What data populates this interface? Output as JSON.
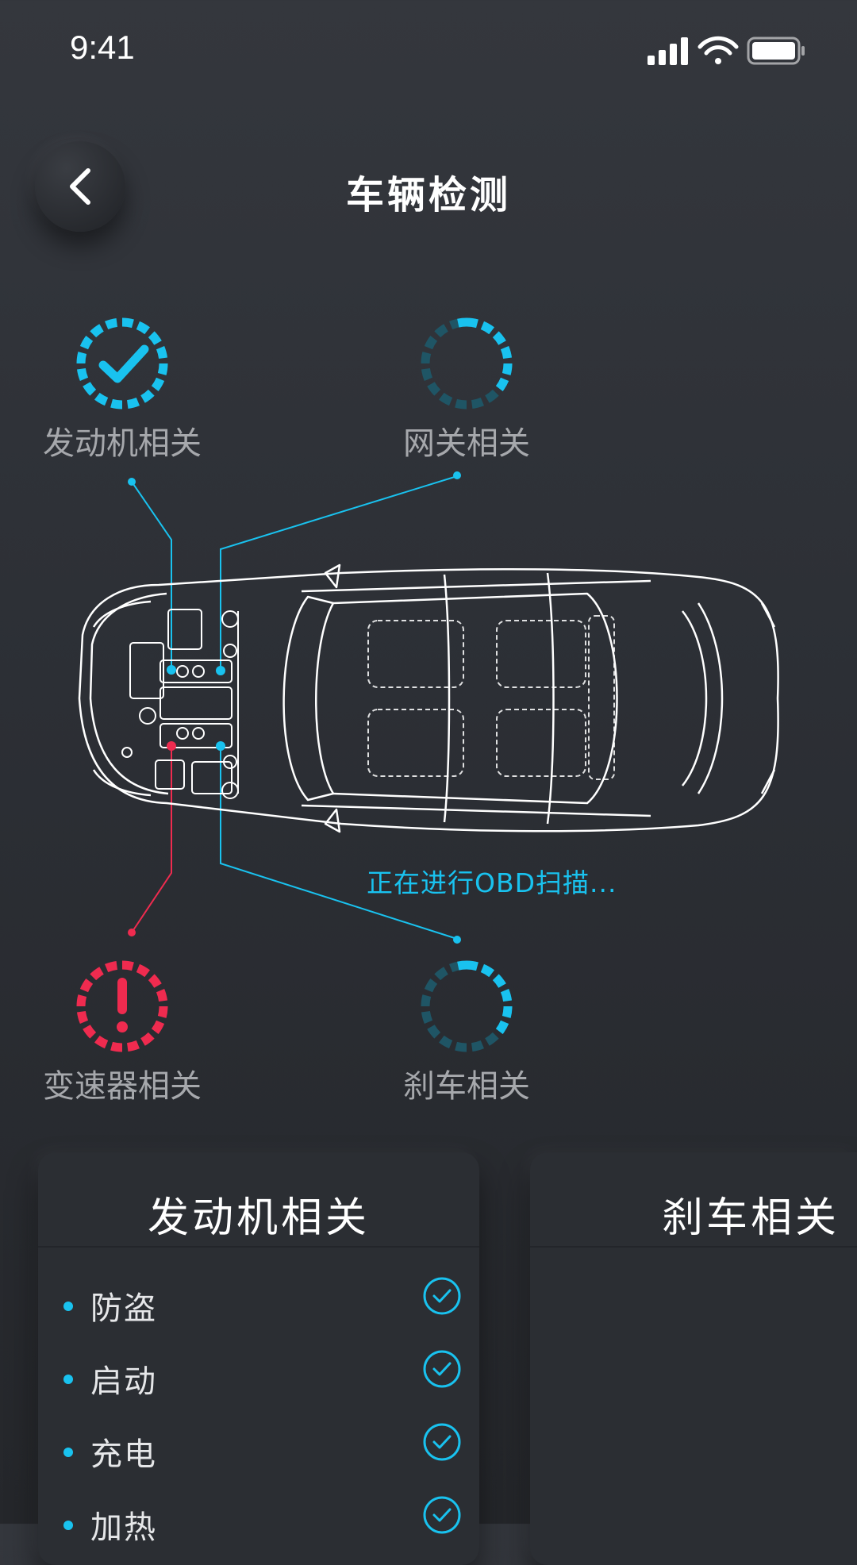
{
  "status_bar": {
    "time": "9:41"
  },
  "header": {
    "title": "车辆检测"
  },
  "statuses": [
    {
      "label": "发动机相关",
      "state": "pass"
    },
    {
      "label": "网关相关",
      "state": "scanning"
    },
    {
      "label": "变速器相关",
      "state": "error"
    },
    {
      "label": "刹车相关",
      "state": "scanning"
    }
  ],
  "scan_text": "正在进行OBD扫描...",
  "cards": [
    {
      "title": "发动机相关",
      "items": [
        {
          "label": "防盗",
          "status": "pass"
        },
        {
          "label": "启动",
          "status": "pass"
        },
        {
          "label": "充电",
          "status": "pass"
        },
        {
          "label": "加热",
          "status": "pass"
        }
      ]
    },
    {
      "title": "刹车相关",
      "items": []
    }
  ],
  "colors": {
    "accent": "#19c2ef",
    "error": "#ef2b4f",
    "ring_dim": "#1f5565",
    "label": "#a6a8ac"
  },
  "icons": {
    "back": "chevron-left-icon",
    "check": "check-circle-icon",
    "alert": "exclamation-icon"
  }
}
